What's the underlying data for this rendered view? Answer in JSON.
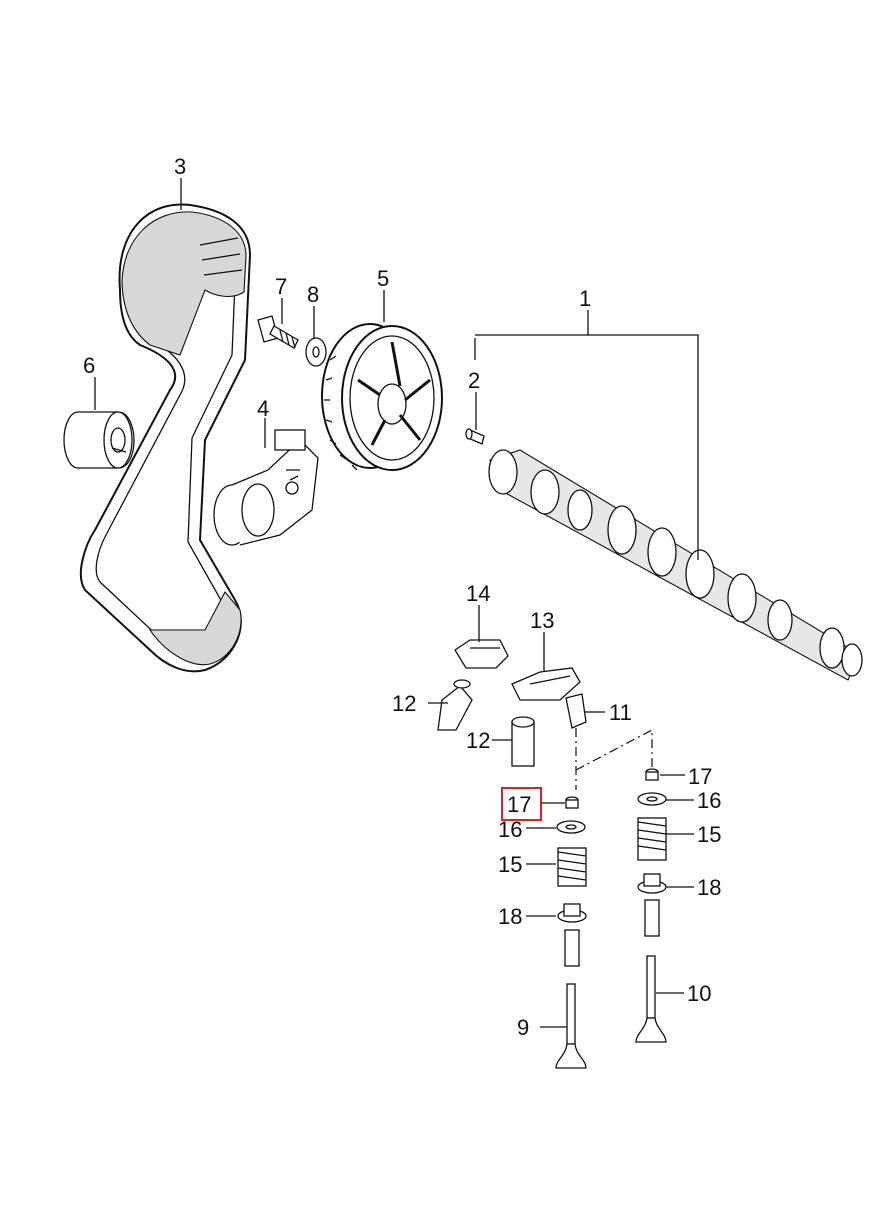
{
  "diagram": {
    "callouts": [
      {
        "id": "c1",
        "text": "1"
      },
      {
        "id": "c2",
        "text": "2"
      },
      {
        "id": "c3",
        "text": "3"
      },
      {
        "id": "c4",
        "text": "4"
      },
      {
        "id": "c5",
        "text": "5"
      },
      {
        "id": "c6",
        "text": "6"
      },
      {
        "id": "c7",
        "text": "7"
      },
      {
        "id": "c8",
        "text": "8"
      },
      {
        "id": "c9",
        "text": "9"
      },
      {
        "id": "c10",
        "text": "10"
      },
      {
        "id": "c11",
        "text": "11"
      },
      {
        "id": "c12a",
        "text": "12"
      },
      {
        "id": "c12b",
        "text": "12"
      },
      {
        "id": "c13",
        "text": "13"
      },
      {
        "id": "c14",
        "text": "14"
      },
      {
        "id": "c15a",
        "text": "15"
      },
      {
        "id": "c15b",
        "text": "15"
      },
      {
        "id": "c16a",
        "text": "16"
      },
      {
        "id": "c16b",
        "text": "16"
      },
      {
        "id": "c17a",
        "text": "17"
      },
      {
        "id": "c17b",
        "text": "17"
      },
      {
        "id": "c18a",
        "text": "18"
      },
      {
        "id": "c18b",
        "text": "18"
      }
    ],
    "highlighted_callout": "17",
    "highlight_color": "#e02020"
  }
}
